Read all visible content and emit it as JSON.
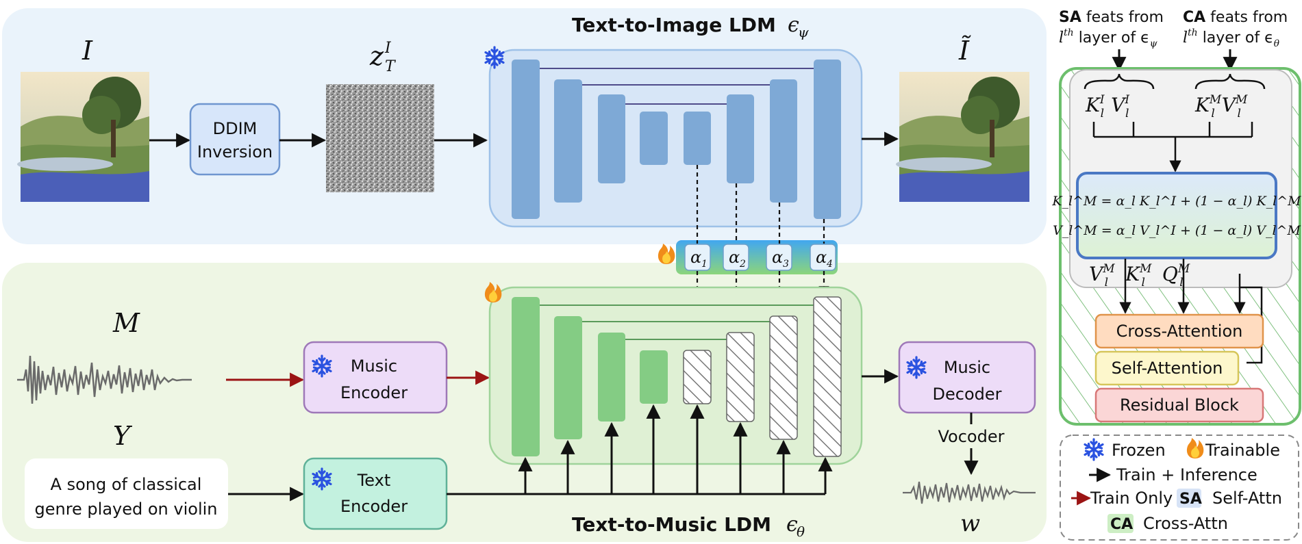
{
  "top_panel": {
    "title": "Text-to-Image LDM",
    "title_symbol": "ϵ",
    "title_symbol_sub": "ψ",
    "input_label": "I",
    "latent_label": "z",
    "latent_sub": "T",
    "latent_sup": "I",
    "output_label": "Ĩ",
    "ddim_line1": "DDIM",
    "ddim_line2": "Inversion"
  },
  "bottom_panel": {
    "title": "Text-to-Music LDM",
    "title_symbol": "ϵ",
    "title_symbol_sub": "θ",
    "music_label": "M",
    "text_label": "Y",
    "prompt_line1": "A song of classical",
    "prompt_line2": "genre played on violin",
    "music_encoder_line1": "Music",
    "music_encoder_line2": "Encoder",
    "text_encoder_line1": "Text",
    "text_encoder_line2": "Encoder",
    "music_decoder_line1": "Music",
    "music_decoder_line2": "Decoder",
    "vocoder": "Vocoder",
    "output_label": "w"
  },
  "alphas": [
    "α",
    "α",
    "α",
    "α"
  ],
  "alpha_subs": [
    "1",
    "2",
    "3",
    "4"
  ],
  "attention_panel": {
    "sa_tag": "SA",
    "sa_text1": " feats from",
    "sa_text2_pre": "l",
    "sa_text2_sup": "th",
    "sa_text2_post": " layer of ϵ",
    "sa_text2_sub": "ψ",
    "ca_tag": "CA",
    "ca_text1": " feats from",
    "ca_text2_pre": "l",
    "ca_text2_sup": "th",
    "ca_text2_post": " layer of ϵ",
    "ca_text2_sub": "θ",
    "kv_image": "K",
    "kv_music": "K",
    "eq1": "K_l^M = α_l K_l^I + (1 − α_l) K_l^M",
    "eq2": "V_l^M = α_l V_l^I + (1 − α_l) V_l^M",
    "cross_attention": "Cross-Attention",
    "self_attention": "Self-Attention",
    "residual_block": "Residual Block"
  },
  "legend": {
    "frozen": "Frozen",
    "trainable": "Trainable",
    "train_inference": "Train + Inference",
    "train_only": "Train Only",
    "sa_tag": "SA",
    "sa_text": "Self-Attn",
    "ca_tag": "CA",
    "ca_text": "Cross-Attn"
  },
  "colors": {
    "top_bg": "#eaf3fb",
    "bottom_bg": "#eef6e4",
    "unet_blue": "#7ea9d6",
    "unet_green": "#84cc84",
    "encoder_purple": "#eddcf8",
    "text_encoder_teal": "#c3f1df",
    "train_only_arrow": "#a01818",
    "frozen_icon": "#2a52e0"
  }
}
